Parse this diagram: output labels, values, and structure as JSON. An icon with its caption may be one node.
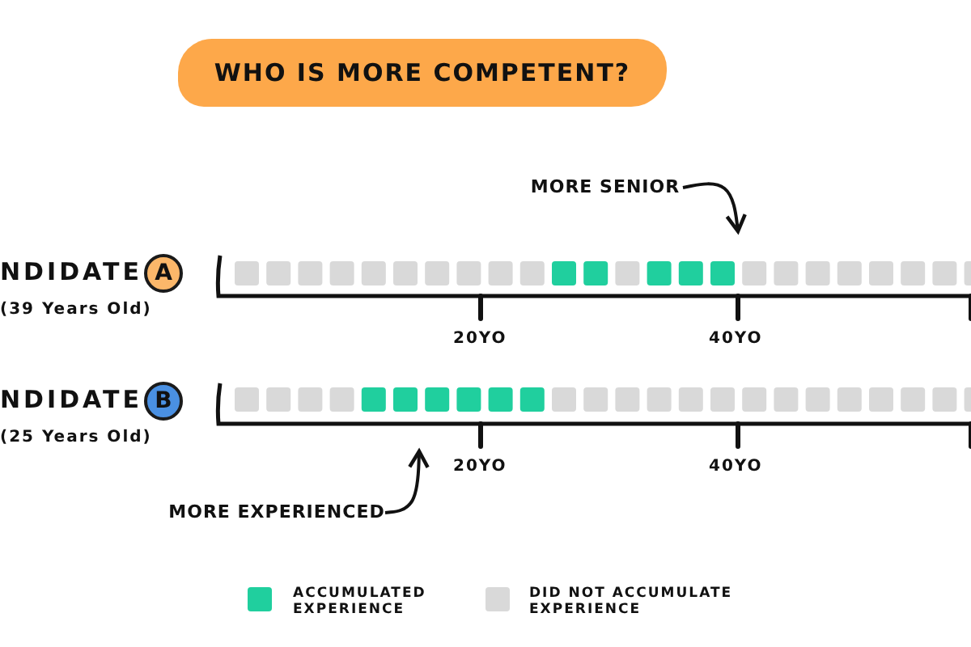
{
  "diagram": {
    "nodes": [
      {
        "text": [
          "WHO IS MORE COMPETENT?"
        ]
      },
      {
        "text": [
          "A"
        ]
      },
      {
        "text": [
          "B"
        ]
      },
      {
        "text": [
          "MORE SENIOR"
        ]
      },
      {
        "text": [
          "MORE EXPERIENCED"
        ]
      }
    ],
    "edges": [
      {
        "from": 3,
        "to": null,
        "arrow": "to"
      },
      {
        "from": 4,
        "to": null,
        "arrow": "to"
      }
    ],
    "labels": [
      "NDIDATE",
      "(39 Years Old)",
      "20YO",
      "40YO",
      "NDIDATE",
      "(25 Years Old)",
      "20YO",
      "40YO"
    ],
    "legend": [
      {
        "text": "ACCUMULATED EXPERIENCE",
        "color": "#20cf9e"
      },
      {
        "text": "DID NOT ACCUMULATE EXPERIENCE",
        "color": "#d9d9d9"
      }
    ]
  }
}
